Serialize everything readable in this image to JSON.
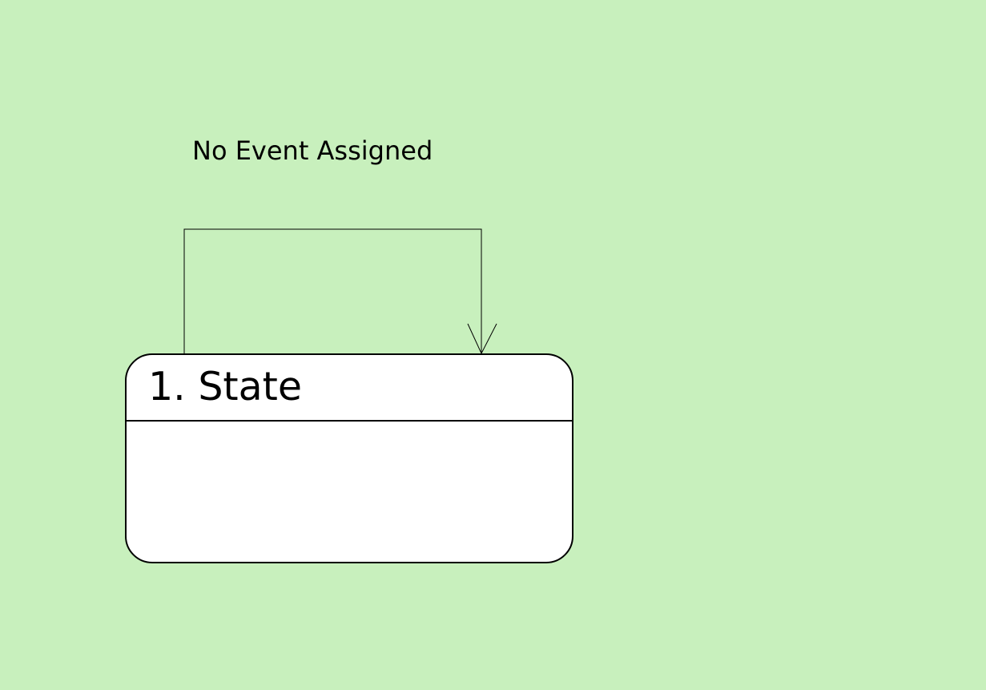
{
  "colors": {
    "canvas_background": "#c8f0bd",
    "state_fill": "#ffffff",
    "stroke": "#000000"
  },
  "transition": {
    "label": "No Event Assigned",
    "kind": "self-transition",
    "arrowhead": "open"
  },
  "state": {
    "name": "1. State",
    "body_text": ""
  }
}
